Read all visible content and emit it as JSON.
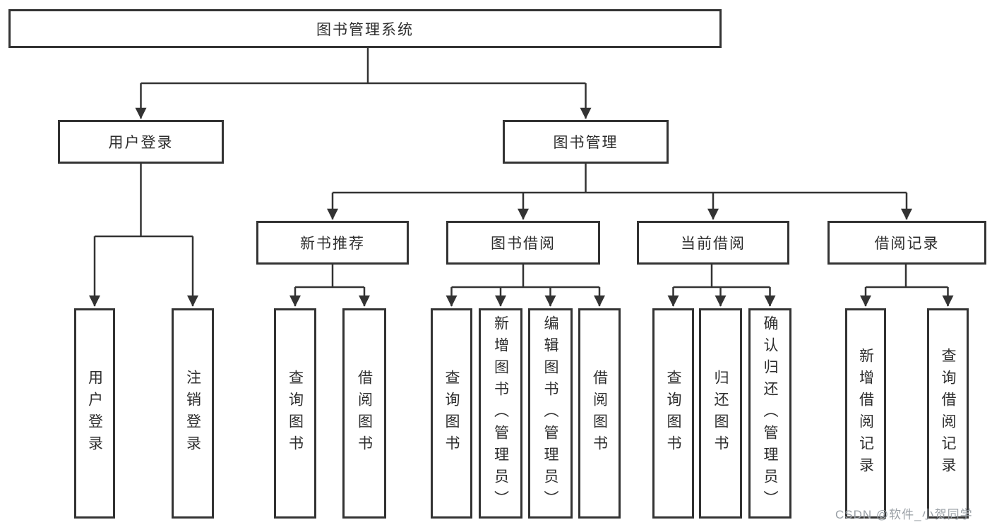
{
  "tree": {
    "root": {
      "label": "图书管理系统"
    },
    "branches": [
      {
        "label": "用户登录",
        "children": [
          {
            "label": "用户登录"
          },
          {
            "label": "注销登录"
          }
        ]
      },
      {
        "label": "图书管理",
        "children": [
          {
            "label": "新书推荐",
            "children": [
              {
                "label": "查询图书"
              },
              {
                "label": "借阅图书"
              }
            ]
          },
          {
            "label": "图书借阅",
            "children": [
              {
                "label": "查询图书"
              },
              {
                "label": "新增图书（管理员）"
              },
              {
                "label": "编辑图书（管理员）"
              },
              {
                "label": "借阅图书"
              }
            ]
          },
          {
            "label": "当前借阅",
            "children": [
              {
                "label": "查询图书"
              },
              {
                "label": "归还图书"
              },
              {
                "label": "确认归还（管理员）"
              }
            ]
          },
          {
            "label": "借阅记录",
            "children": [
              {
                "label": "新增借阅记录"
              },
              {
                "label": "查询借阅记录"
              }
            ]
          }
        ]
      }
    ]
  },
  "watermark": {
    "text": "CSDN @软件_小贺同学",
    "color": "#9aa0a6"
  },
  "colors": {
    "line": "#333333",
    "box_border": "#333333",
    "text": "#2e2e2e",
    "background": "#ffffff"
  }
}
